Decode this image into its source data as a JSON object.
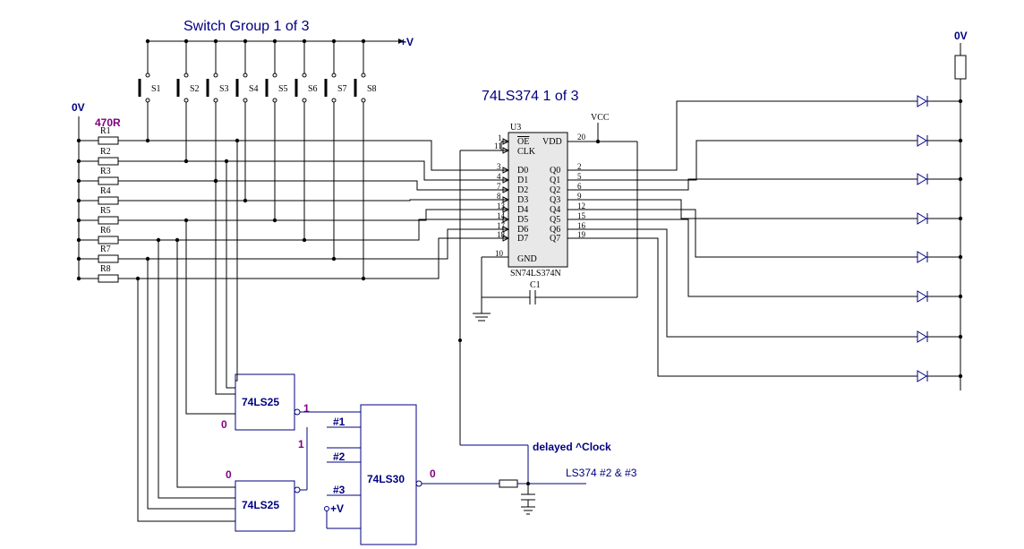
{
  "titles": {
    "switch_group": "Switch Group 1 of 3",
    "chip_group": "74LS374 1 of 3"
  },
  "rails": {
    "plus_v": "+V",
    "zero_v_left": "0V",
    "zero_v_right": "0V",
    "resistor_value": "470R",
    "vcc": "VCC"
  },
  "switches": [
    "S1",
    "S2",
    "S3",
    "S4",
    "S5",
    "S6",
    "S7",
    "S8"
  ],
  "resistors": [
    "R1",
    "R2",
    "R3",
    "R4",
    "R5",
    "R6",
    "R7",
    "R8"
  ],
  "chip": {
    "ref": "U3",
    "part": "SN74LS374N",
    "oe_label": "OE",
    "clk_label": "CLK",
    "vdd_label": "VDD",
    "gnd_label": "GND",
    "oe_pin": "1",
    "clk_pin": "11",
    "vdd_pin": "20",
    "gnd_pin": "10",
    "inputs": [
      {
        "name": "D0",
        "pin": "3"
      },
      {
        "name": "D1",
        "pin": "4"
      },
      {
        "name": "D2",
        "pin": "7"
      },
      {
        "name": "D3",
        "pin": "8"
      },
      {
        "name": "D4",
        "pin": "13"
      },
      {
        "name": "D5",
        "pin": "14"
      },
      {
        "name": "D6",
        "pin": "17"
      },
      {
        "name": "D7",
        "pin": "18"
      }
    ],
    "outputs": [
      {
        "name": "Q0",
        "pin": "2"
      },
      {
        "name": "Q1",
        "pin": "5"
      },
      {
        "name": "Q2",
        "pin": "6"
      },
      {
        "name": "Q3",
        "pin": "9"
      },
      {
        "name": "Q4",
        "pin": "12"
      },
      {
        "name": "Q5",
        "pin": "15"
      },
      {
        "name": "Q6",
        "pin": "16"
      },
      {
        "name": "Q7",
        "pin": "19"
      }
    ],
    "cap": "C1"
  },
  "gates": {
    "nand_top": "74LS25",
    "nand_bottom": "74LS25",
    "nand8": "74LS30",
    "top_out": "1",
    "top_in_state": "0",
    "bottom_in_state": "0",
    "bottom_out": "1",
    "nand8_out": "0",
    "inputs": [
      "#1",
      "#2",
      "#3"
    ],
    "plus_v": "+V"
  },
  "notes": {
    "delayed_clock": "delayed ^Clock",
    "ls374_next": "LS374 #2 & #3"
  }
}
